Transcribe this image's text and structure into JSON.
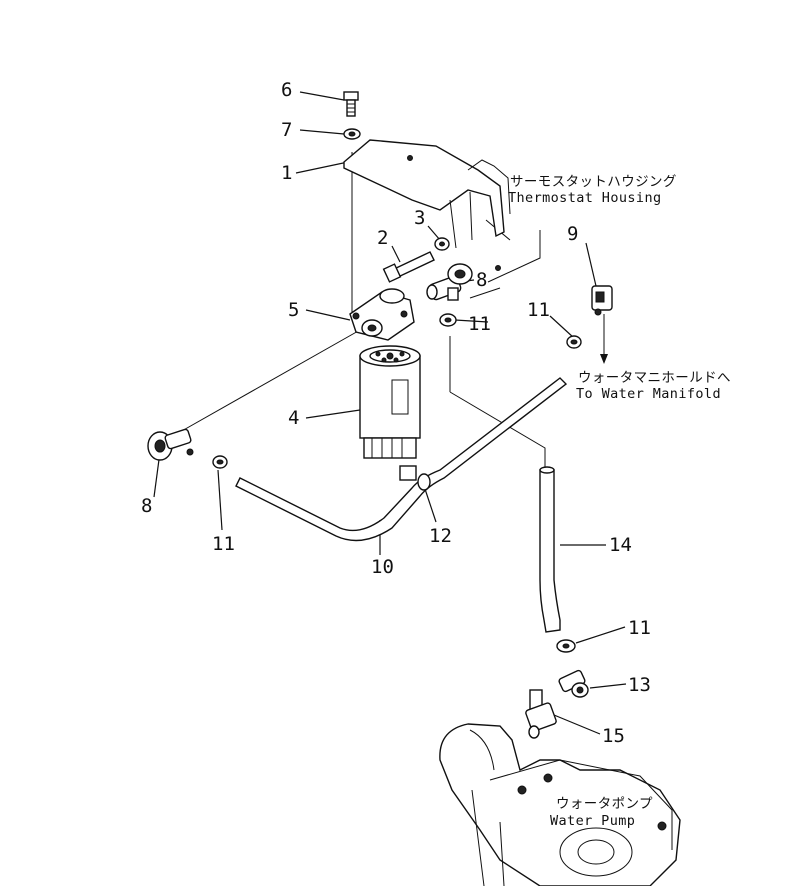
{
  "callouts": [
    {
      "id": "6",
      "text": "6"
    },
    {
      "id": "7",
      "text": "7"
    },
    {
      "id": "1",
      "text": "1"
    },
    {
      "id": "3",
      "text": "3"
    },
    {
      "id": "2",
      "text": "2"
    },
    {
      "id": "8a",
      "text": "8"
    },
    {
      "id": "9",
      "text": "9"
    },
    {
      "id": "5",
      "text": "5"
    },
    {
      "id": "11a",
      "text": "11"
    },
    {
      "id": "11b",
      "text": "11"
    },
    {
      "id": "4",
      "text": "4"
    },
    {
      "id": "8b",
      "text": "8"
    },
    {
      "id": "11c",
      "text": "11"
    },
    {
      "id": "12",
      "text": "12"
    },
    {
      "id": "10",
      "text": "10"
    },
    {
      "id": "14",
      "text": "14"
    },
    {
      "id": "11d",
      "text": "11"
    },
    {
      "id": "13",
      "text": "13"
    },
    {
      "id": "15",
      "text": "15"
    }
  ],
  "labels": {
    "thermostat_jp": "サーモスタットハウジング",
    "thermostat_en": "Thermostat  Housing",
    "manifold_jp": "ウォータマニホールドへ",
    "manifold_en": "To  Water  Manifold",
    "pump_jp": "ウォータポンプ",
    "pump_en": "Water  Pump"
  }
}
